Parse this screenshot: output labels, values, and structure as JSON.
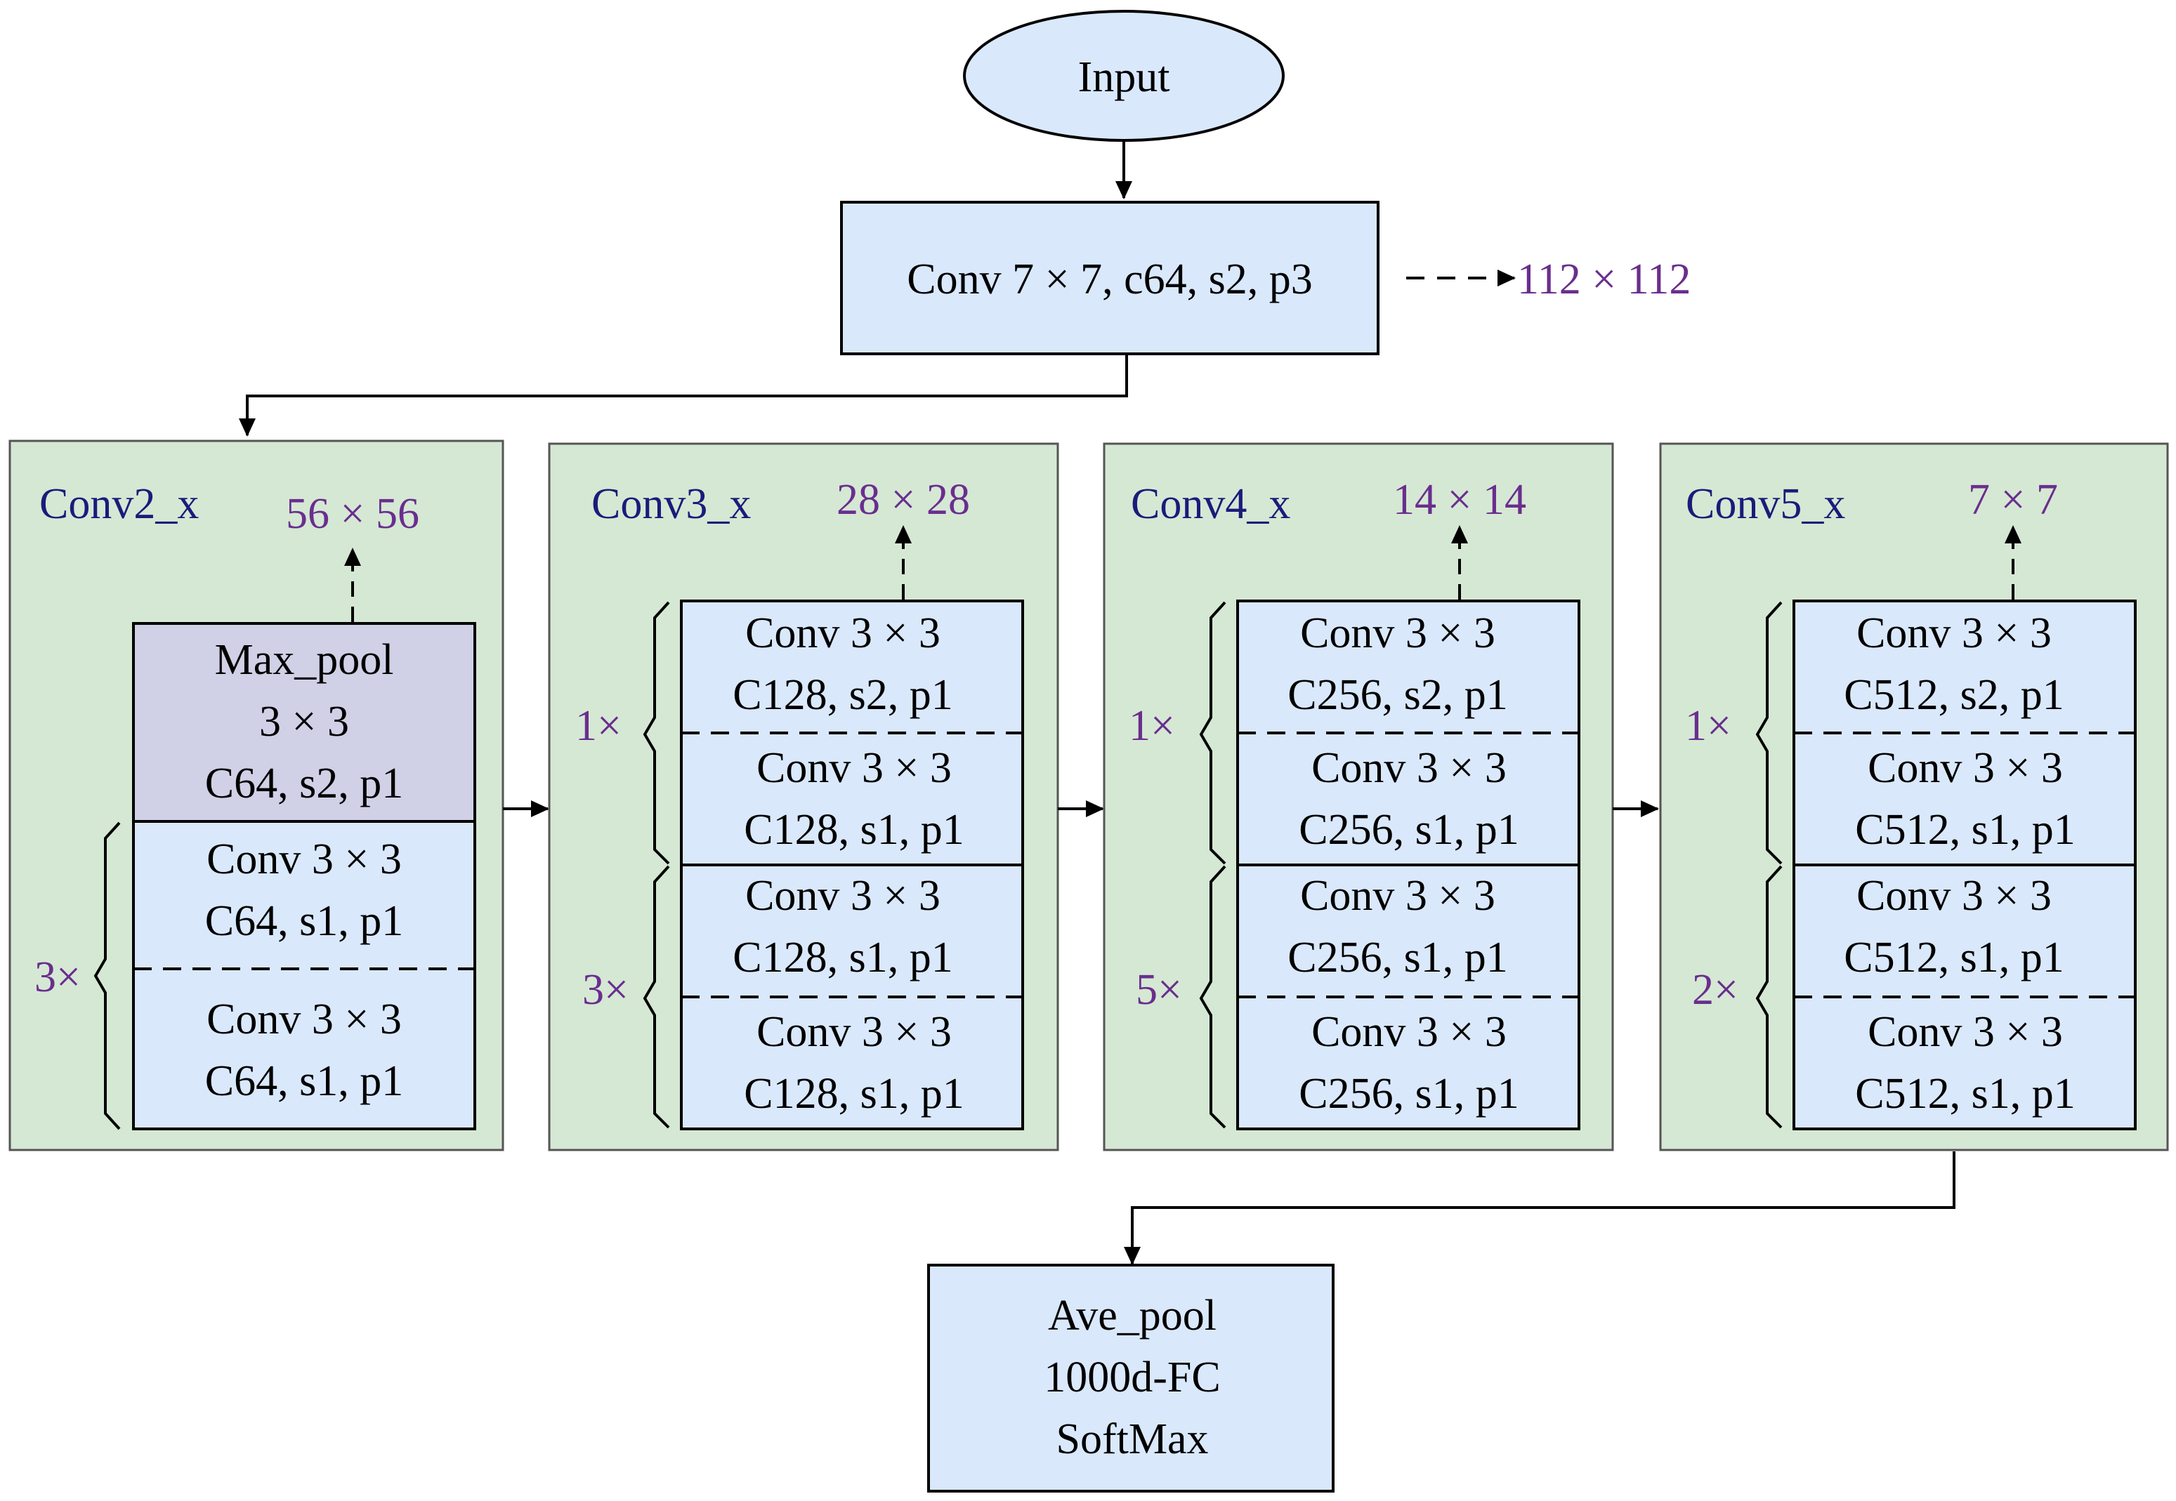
{
  "colors": {
    "node_fill": "#dae8fc",
    "pool_fill": "#d0d0e6",
    "stage_fill": "#d5e8d4",
    "annotation": "#6a2e8e",
    "stage_title": "#1b1b7a"
  },
  "input": {
    "label": "Input"
  },
  "stem": {
    "label": "Conv 7 × 7, c64, s2, p3",
    "output_size": "112 × 112"
  },
  "stages": [
    {
      "title": "Conv2_x",
      "output_size": "56 × 56",
      "pool": {
        "line1": "Max_pool",
        "line2": "3 × 3",
        "line3": "C64, s2, p1"
      },
      "blocks": [
        {
          "count": "3×",
          "layers": [
            {
              "line1": "Conv 3 × 3",
              "line2": "C64, s1, p1"
            },
            {
              "line1": "Conv 3 × 3",
              "line2": "C64, s1, p1"
            }
          ]
        }
      ]
    },
    {
      "title": "Conv3_x",
      "output_size": "28 × 28",
      "blocks": [
        {
          "count": "1×",
          "layers": [
            {
              "line1": "Conv 3 × 3",
              "line2": "C128, s2, p1"
            },
            {
              "line1": "Conv 3 × 3",
              "line2": "C128, s1, p1"
            }
          ]
        },
        {
          "count": "3×",
          "layers": [
            {
              "line1": "Conv 3 × 3",
              "line2": "C128, s1, p1"
            },
            {
              "line1": "Conv 3 × 3",
              "line2": "C128, s1, p1"
            }
          ]
        }
      ]
    },
    {
      "title": "Conv4_x",
      "output_size": "14 × 14",
      "blocks": [
        {
          "count": "1×",
          "layers": [
            {
              "line1": "Conv 3 × 3",
              "line2": "C256, s2, p1"
            },
            {
              "line1": "Conv 3 × 3",
              "line2": "C256, s1, p1"
            }
          ]
        },
        {
          "count": "5×",
          "layers": [
            {
              "line1": "Conv 3 × 3",
              "line2": "C256, s1, p1"
            },
            {
              "line1": "Conv 3 × 3",
              "line2": "C256, s1, p1"
            }
          ]
        }
      ]
    },
    {
      "title": "Conv5_x",
      "output_size": "7 × 7",
      "blocks": [
        {
          "count": "1×",
          "layers": [
            {
              "line1": "Conv 3 × 3",
              "line2": "C512, s2, p1"
            },
            {
              "line1": "Conv 3 × 3",
              "line2": "C512, s1, p1"
            }
          ]
        },
        {
          "count": "2×",
          "layers": [
            {
              "line1": "Conv 3 × 3",
              "line2": "C512, s1, p1"
            },
            {
              "line1": "Conv 3 × 3",
              "line2": "C512, s1, p1"
            }
          ]
        }
      ]
    }
  ],
  "head": {
    "line1": "Ave_pool",
    "line2": "1000d-FC",
    "line3": "SoftMax"
  }
}
